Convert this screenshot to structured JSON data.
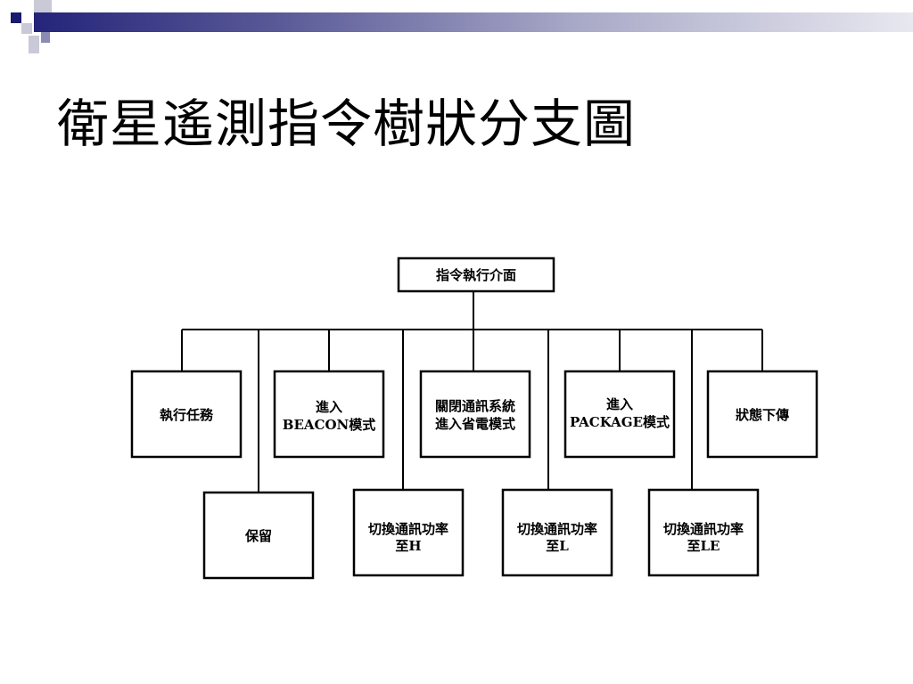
{
  "slide": {
    "title": "衛星遙測指令樹狀分支圖"
  },
  "diagram": {
    "root": {
      "lines": [
        "指令執行介面"
      ]
    },
    "upper_row": [
      {
        "id": "execute-task",
        "lines": [
          "執行任務"
        ]
      },
      {
        "id": "enter-beacon",
        "lines": [
          "進入",
          "BEACON模式"
        ]
      },
      {
        "id": "power-save",
        "lines": [
          "關閉通訊系統",
          "進入省電模式"
        ]
      },
      {
        "id": "enter-package",
        "lines": [
          "進入",
          "PACKAGE模式"
        ]
      },
      {
        "id": "status-downlink",
        "lines": [
          "狀態下傳"
        ]
      }
    ],
    "lower_row": [
      {
        "id": "reserved",
        "lines": [
          "保留"
        ]
      },
      {
        "id": "switch-h",
        "lines": [
          "切換通訊功率",
          "至H"
        ]
      },
      {
        "id": "switch-l",
        "lines": [
          "切換通訊功率",
          "至L"
        ]
      },
      {
        "id": "switch-le",
        "lines": [
          "切換通訊功率",
          "至LE"
        ]
      }
    ]
  },
  "colors": {
    "accent_navy": "#1a1a6e",
    "line": "#000000"
  }
}
